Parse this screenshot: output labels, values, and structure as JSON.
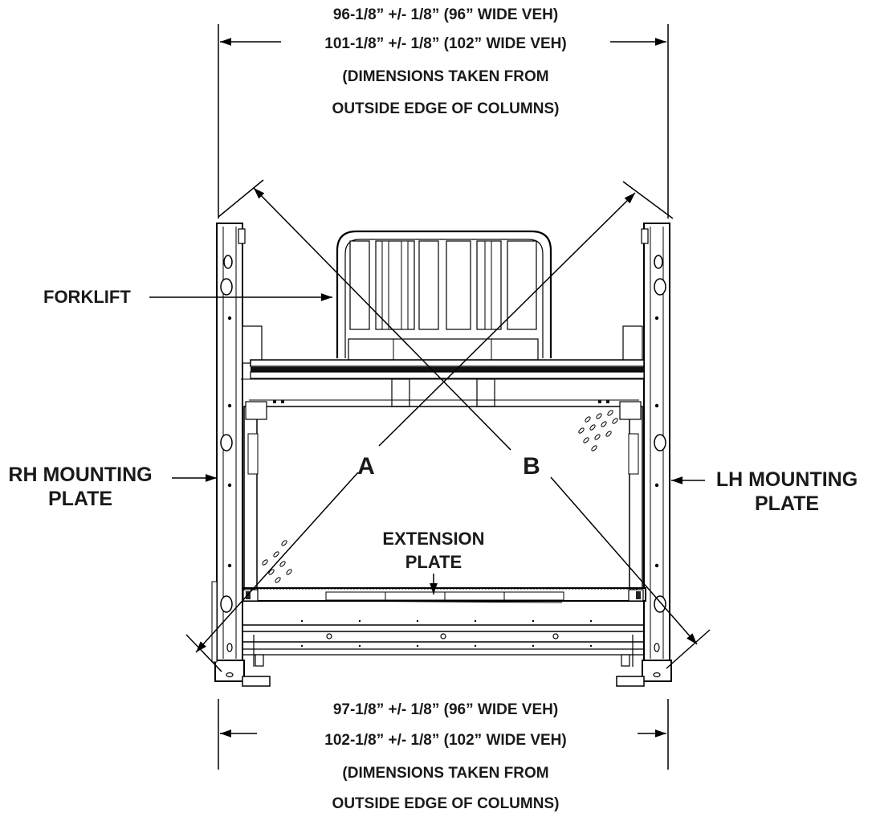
{
  "labels": {
    "top_dim_1": "96-1/8” +/- 1/8” (96” WIDE VEH)",
    "top_dim_2": "101-1/8” +/- 1/8” (102” WIDE VEH)",
    "top_note_1": "(DIMENSIONS TAKEN FROM",
    "top_note_2": "OUTSIDE EDGE OF COLUMNS)",
    "forklift": "FORKLIFT",
    "rh_plate_1": "RH MOUNTING",
    "rh_plate_2": "PLATE",
    "lh_plate_1": "LH MOUNTING",
    "lh_plate_2": "PLATE",
    "diag_a": "A",
    "diag_b": "B",
    "extension_1": "EXTENSION",
    "extension_2": "PLATE",
    "bottom_dim_1": "97-1/8” +/- 1/8” (96” WIDE VEH)",
    "bottom_dim_2": "102-1/8” +/- 1/8” (102” WIDE VEH)",
    "bottom_note_1": "(DIMENSIONS TAKEN FROM",
    "bottom_note_2": "OUTSIDE EDGE OF COLUMNS)"
  }
}
